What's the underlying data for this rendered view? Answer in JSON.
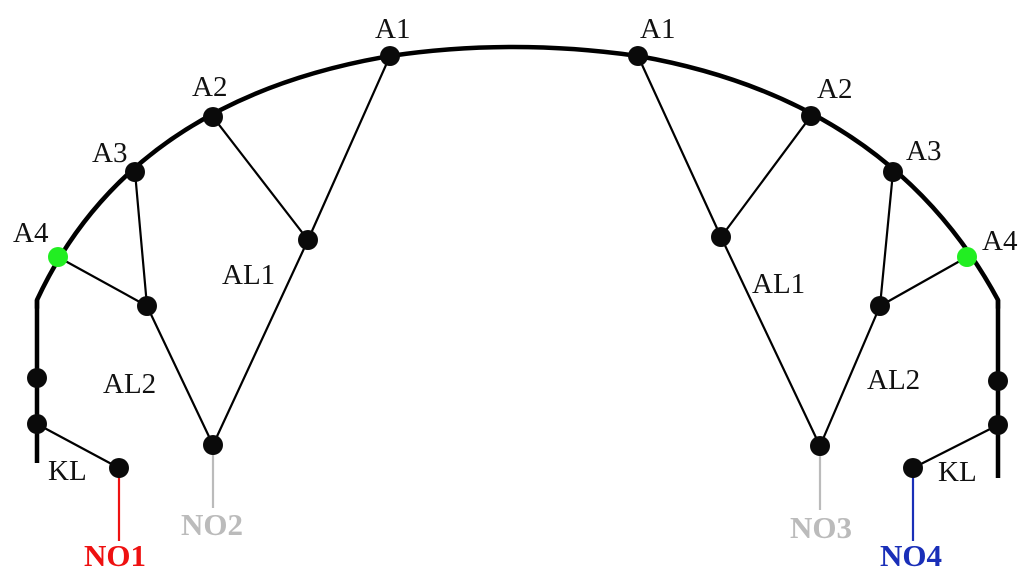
{
  "colors": {
    "structure": "#000000",
    "node": "#0a0a0a",
    "highlight_node": "#22ee22",
    "no1": "#ee1111",
    "no2": "#bbbbbb",
    "no3": "#bbbbbb",
    "no4": "#1a2fb8"
  },
  "labels": {
    "left": {
      "a1": "A1",
      "a2": "A2",
      "a3": "A3",
      "a4": "A4",
      "al1": "AL1",
      "al2": "AL2",
      "kl": "KL",
      "no1": "NO1",
      "no2": "NO2"
    },
    "right": {
      "a1": "A1",
      "a2": "A2",
      "a3": "A3",
      "a4": "A4",
      "al1": "AL1",
      "al2": "AL2",
      "kl": "KL",
      "no3": "NO3",
      "no4": "NO4"
    }
  },
  "highlighted_nodes": [
    "A4"
  ]
}
